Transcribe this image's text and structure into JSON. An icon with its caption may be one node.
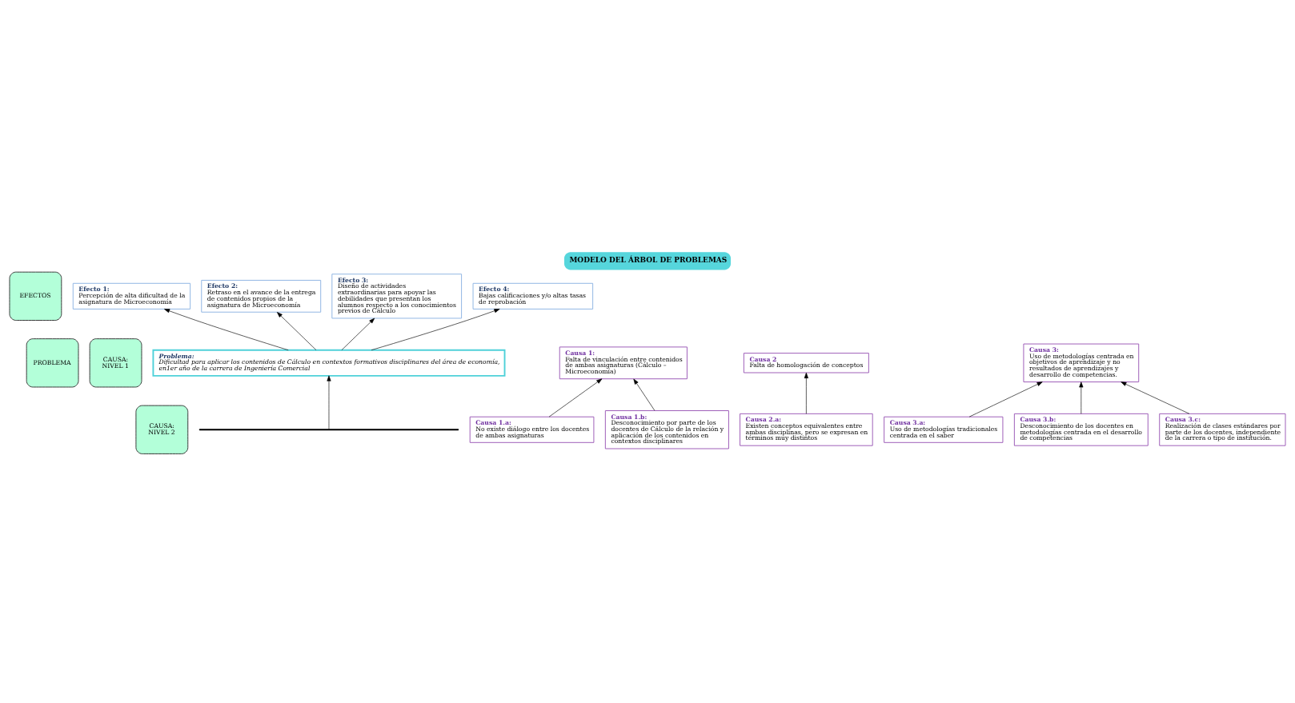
{
  "diagram": {
    "title": "MODELO DEL ÁRBOL DE PROBLEMAS",
    "nodes": [
      {
        "text": [
          "EFECTOS"
        ]
      },
      {
        "text": [
          "PROBLEMA"
        ]
      },
      {
        "text": [
          "CAUSA: NIVEL 1"
        ]
      },
      {
        "text": [
          "CAUSA: NIVEL 2"
        ]
      },
      {
        "text": [
          "Efecto 1:",
          "Percepción de alta dificultad de la asignatura de Microeconomía"
        ]
      },
      {
        "text": [
          "Efecto 2:",
          "Retraso en el avance de la entrega de contenidos propios de la asignatura de Microeconomía"
        ]
      },
      {
        "text": [
          "Efecto 3:",
          "Diseño de actividades extraordinarias para apoyar las debilidades que presentan los alumnos respecto a los conocimientos previos de Cálculo"
        ]
      },
      {
        "text": [
          "Efecto 4:",
          "Bajas calificaciones y/o altas tasas de reprobación"
        ]
      },
      {
        "text": [
          "Problema:",
          "Dificultad para aplicar los contenidos de Cálculo en contextos formativos disciplinares del área de economía, en1er año de la carrera de Ingeniería Comercial"
        ]
      },
      {
        "text": [],
        "shape": "bar"
      },
      {
        "text": [
          "Causa 1:",
          "Falta de vinculación entre contenidos de ambas asignaturas (Cálculo – Microeconomía)"
        ]
      },
      {
        "text": [
          "Causa 2",
          "Falta de homologación de conceptos"
        ]
      },
      {
        "text": [
          "Causa 3:",
          "Uso de metodologías centrada en objetivos de aprendizaje y no resultados de aprendizajes y desarrollo de competencias."
        ]
      },
      {
        "text": [
          "Causa 1.a:",
          "No existe diálogo entre los docentes de ambas asignaturas"
        ]
      },
      {
        "text": [
          "Causa 1.b:",
          "Desconocimiento por parte de los docentes de Cálculo de la relación y aplicación de los contenidos en contextos disciplinares"
        ]
      },
      {
        "text": [
          "Causa 2.a:",
          "Existen conceptos equivalentes entre ambas disciplinas, pero se expresan en términos muy distintos"
        ]
      },
      {
        "text": [
          "Causa 3.a:",
          "Uso de metodologías tradicionales centrada en el saber"
        ]
      },
      {
        "text": [
          "Causa 3.b:",
          "Desconocimiento de los docentes en metodologías centrada en el desarrollo de competencias"
        ]
      },
      {
        "text": [
          "Causa 3.c:",
          "Realización de clases estándares por parte de los docentes, independiente de la carrera o tipo de institución."
        ]
      }
    ],
    "edges": [
      {
        "from": 8,
        "to": 4,
        "arrow": "to"
      },
      {
        "from": 8,
        "to": 5,
        "arrow": "to"
      },
      {
        "from": 8,
        "to": 6,
        "arrow": "to"
      },
      {
        "from": 8,
        "to": 7,
        "arrow": "to"
      },
      {
        "from": 9,
        "to": 8,
        "arrow": "to"
      },
      {
        "from": 13,
        "to": 10,
        "arrow": "to"
      },
      {
        "from": 14,
        "to": 10,
        "arrow": "to"
      },
      {
        "from": 15,
        "to": 11,
        "arrow": "to"
      },
      {
        "from": 16,
        "to": 12,
        "arrow": "to"
      },
      {
        "from": 17,
        "to": 12,
        "arrow": "to"
      },
      {
        "from": 18,
        "to": 12,
        "arrow": "to"
      }
    ]
  }
}
